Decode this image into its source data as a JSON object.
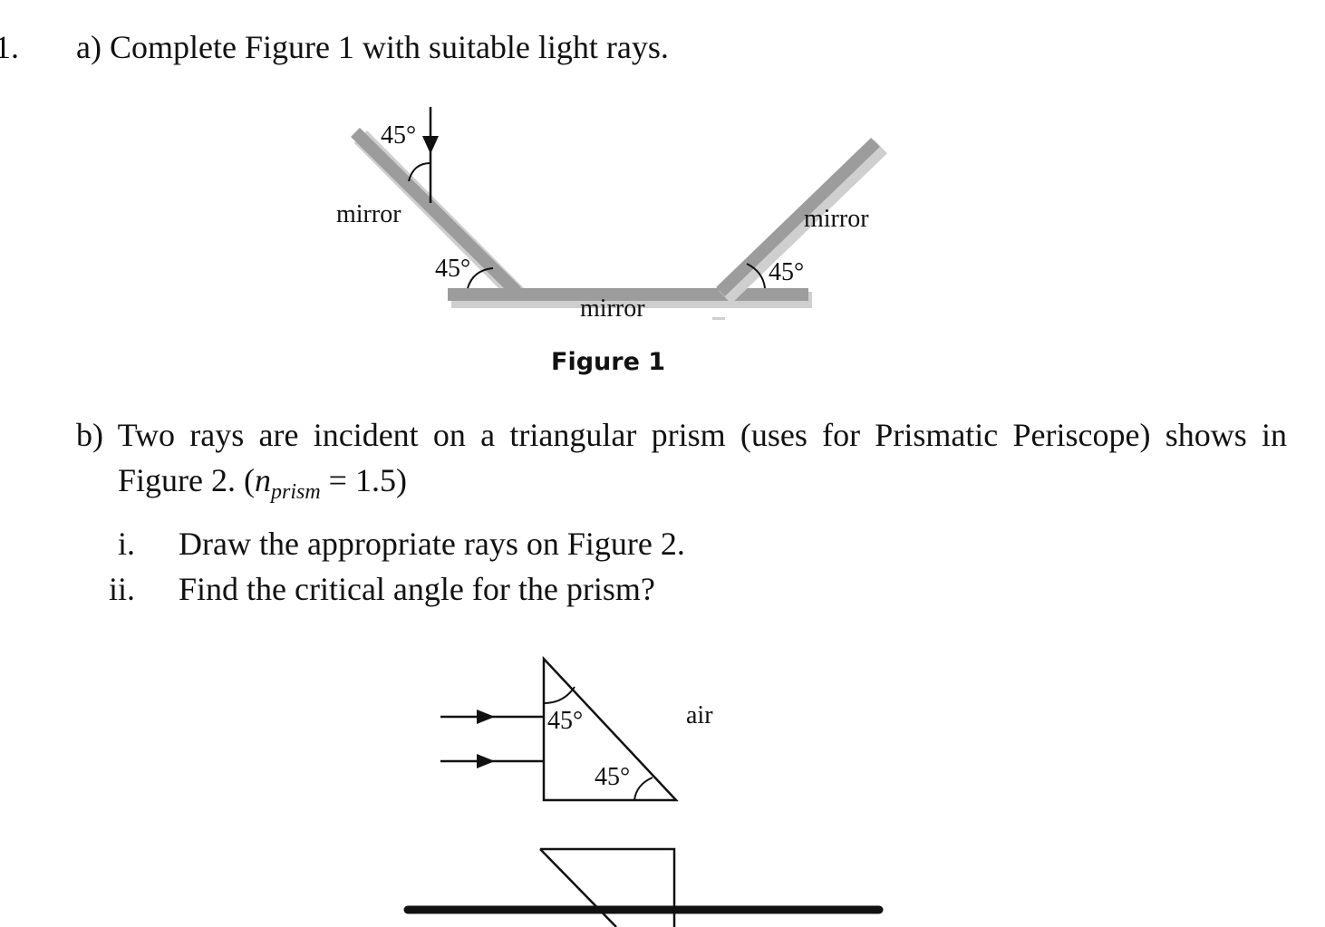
{
  "question": {
    "number": "1.",
    "part_a": {
      "text": "a) Complete Figure 1 with suitable light rays."
    },
    "figure1": {
      "angle_top": "45°",
      "angle_left_bottom": "45°",
      "angle_right_bottom": "45°",
      "label_left_mirror": "mirror",
      "label_right_mirror": "mirror",
      "label_bottom_mirror": "mirror",
      "caption": "Figure 1"
    },
    "part_b": {
      "line1": "b) Two rays are incident on a triangular prism (uses for Prismatic Periscope) shows in",
      "line2_start": "Figure 2. (",
      "n_symbol": "n",
      "n_subscript": "prism",
      "line2_end": " = 1.5)",
      "items": [
        {
          "marker": "i.",
          "text": "Draw the appropriate rays on Figure 2."
        },
        {
          "marker": "ii.",
          "text": "Find the critical angle for the prism?"
        }
      ]
    },
    "figure2": {
      "angle_top": "45°",
      "angle_bottom": "45°",
      "label_medium": "air"
    }
  }
}
